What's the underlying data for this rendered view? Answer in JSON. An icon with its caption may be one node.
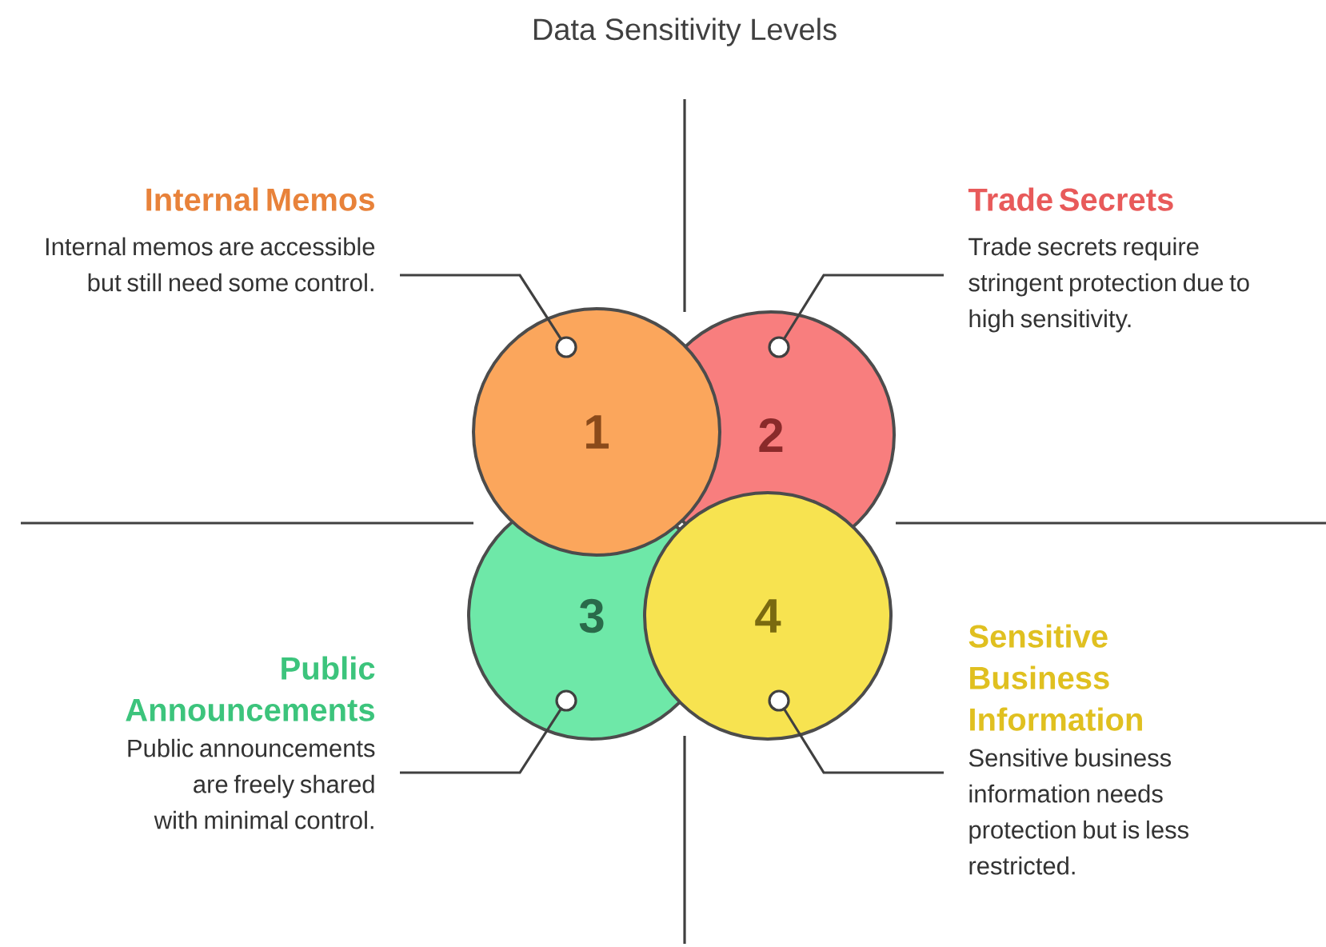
{
  "diagram": {
    "title": "Data Sensitivity Levels",
    "nodes": [
      {
        "text": [
          "Internal Memos",
          "Internal memos are accessible but still need some control."
        ]
      },
      {
        "text": [
          "Trade Secrets",
          "Trade secrets require stringent protection due to high sensitivity."
        ]
      },
      {
        "text": [
          "1"
        ]
      },
      {
        "text": [
          "2"
        ]
      },
      {
        "text": [
          "3"
        ]
      },
      {
        "text": [
          "4"
        ]
      },
      {
        "text": [
          "Public Announcements",
          "Public announcements are freely shared with minimal control."
        ]
      },
      {
        "text": [
          "Sensitive Business Information",
          "Sensitive business information needs protection but is less restricted."
        ]
      }
    ],
    "edges": [
      {
        "from": 0,
        "to": 2,
        "arrow": "other"
      },
      {
        "from": 1,
        "to": 3,
        "arrow": "other"
      },
      {
        "from": 6,
        "to": 4,
        "arrow": "other"
      },
      {
        "from": 7,
        "to": 5,
        "arrow": "other"
      }
    ]
  }
}
